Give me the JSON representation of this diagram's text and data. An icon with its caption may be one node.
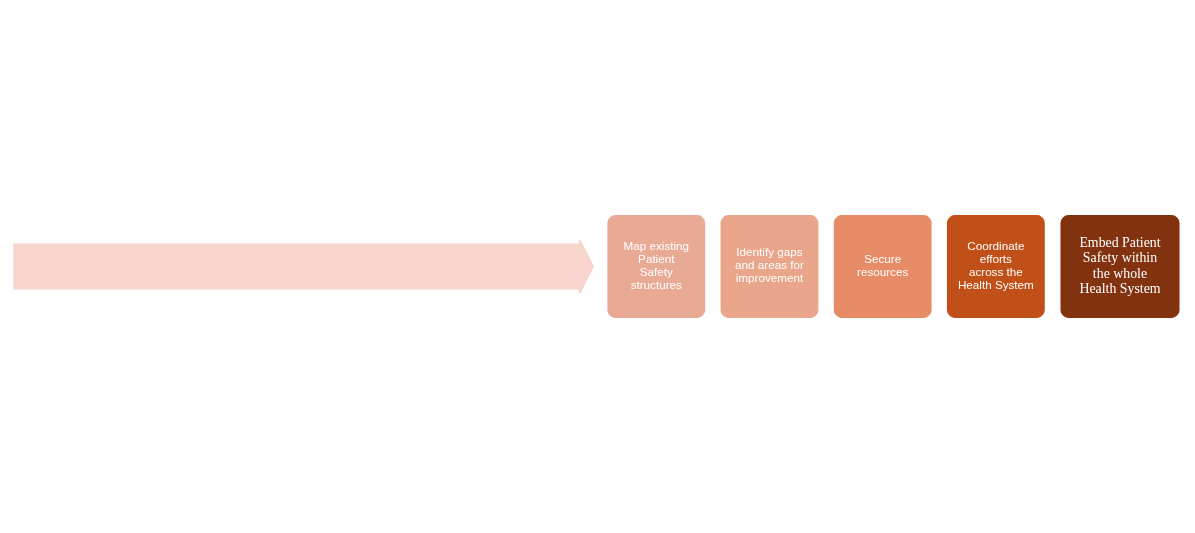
{
  "diagram": {
    "nodes": [
      {
        "text": [],
        "shape": "arrow"
      },
      {
        "text": [
          "Map existing Patient Safety structures"
        ]
      },
      {
        "text": [
          "Identify gaps and areas for improvement"
        ]
      },
      {
        "text": [
          "Secure resources"
        ]
      },
      {
        "text": [
          "Coordinate efforts across the Health System"
        ]
      },
      {
        "text": [
          "Embed Patient Safety within the whole Health System"
        ]
      }
    ],
    "edges": []
  }
}
